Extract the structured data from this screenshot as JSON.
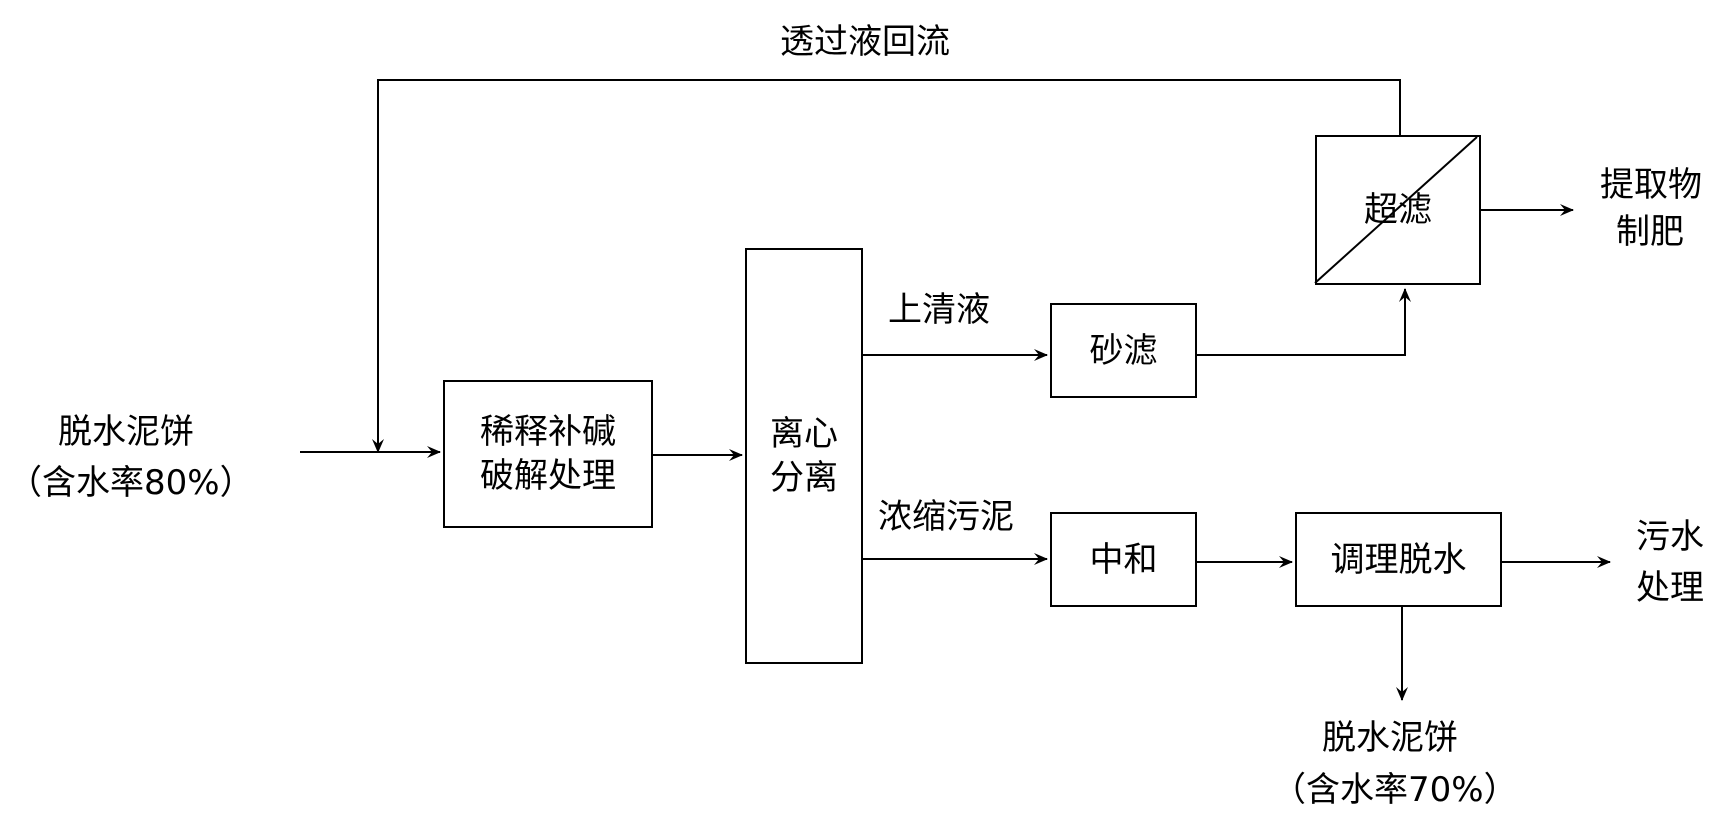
{
  "diagram": {
    "recycle_label": "透过液回流",
    "input": {
      "line1": "脱水泥饼",
      "line2": "（含水率80%）"
    },
    "dilute_box": {
      "line1": "稀释补碱",
      "line2": "破解处理"
    },
    "centrifuge_box": {
      "line1": "离心",
      "line2": "分离"
    },
    "supernatant_label": "上清液",
    "sand_filter_box": "砂滤",
    "ultrafiltration_box": "超滤",
    "extract_output": {
      "line1": "提取物",
      "line2": "制肥"
    },
    "thickened_sludge_label": "浓缩污泥",
    "neutralize_box": "中和",
    "condition_box": "调理脱水",
    "sewage_output": {
      "line1": "污水",
      "line2": "处理"
    },
    "cake_output": {
      "line1": "脱水泥饼",
      "line2": "（含水率70%）"
    }
  }
}
